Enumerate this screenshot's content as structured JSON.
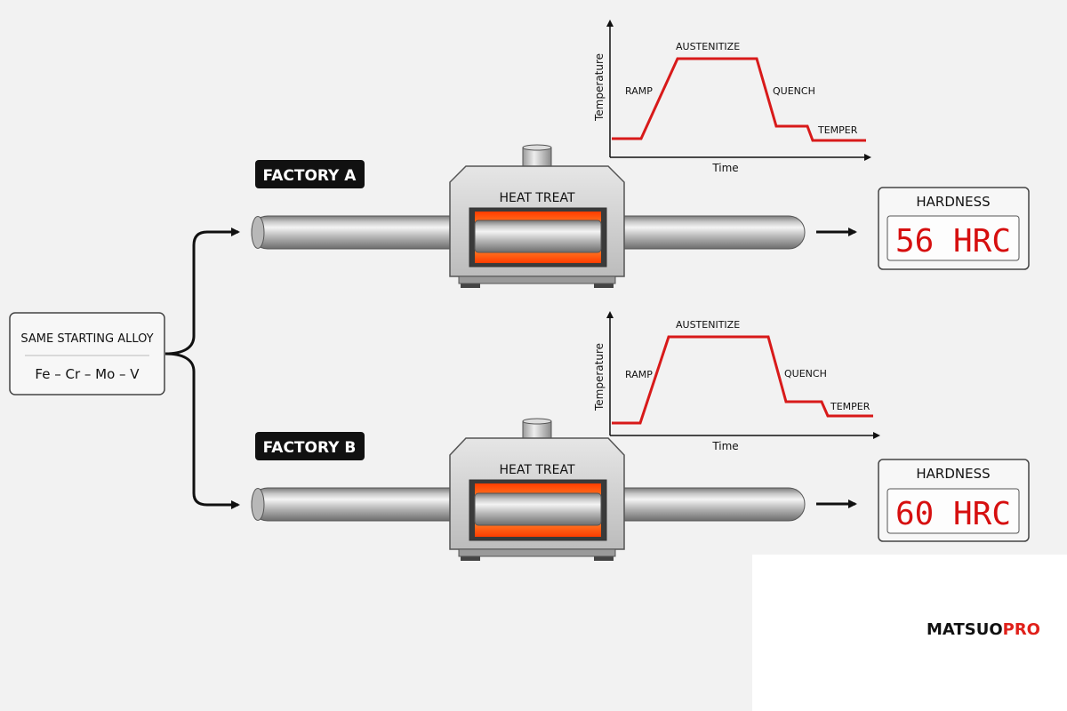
{
  "source": {
    "title": "SAME STARTING ALLOY",
    "composition": "Fe – Cr – Mo – V"
  },
  "factories": [
    {
      "label": "FACTORY A",
      "furnace_label": "HEAT TREAT",
      "hardness_label": "HARDNESS",
      "hardness_value": "56 HRC",
      "profile": {
        "ylabel": "Temperature",
        "xlabel": "Time",
        "stages": [
          "RAMP",
          "AUSTENITIZE",
          "QUENCH",
          "TEMPER"
        ]
      }
    },
    {
      "label": "FACTORY B",
      "furnace_label": "HEAT TREAT",
      "hardness_label": "HARDNESS",
      "hardness_value": "60 HRC",
      "profile": {
        "ylabel": "Temperature",
        "xlabel": "Time",
        "stages": [
          "RAMP",
          "AUSTENITIZE",
          "QUENCH",
          "TEMPER"
        ]
      }
    }
  ],
  "brand": {
    "part1": "MATSUO",
    "part2": "PRO"
  },
  "colors": {
    "profile_line": "#d81a1a",
    "display_digits": "#d60f0f",
    "label_bg": "#111111",
    "heat_glow": "#ff5a10",
    "brand_accent": "#e0201a"
  }
}
